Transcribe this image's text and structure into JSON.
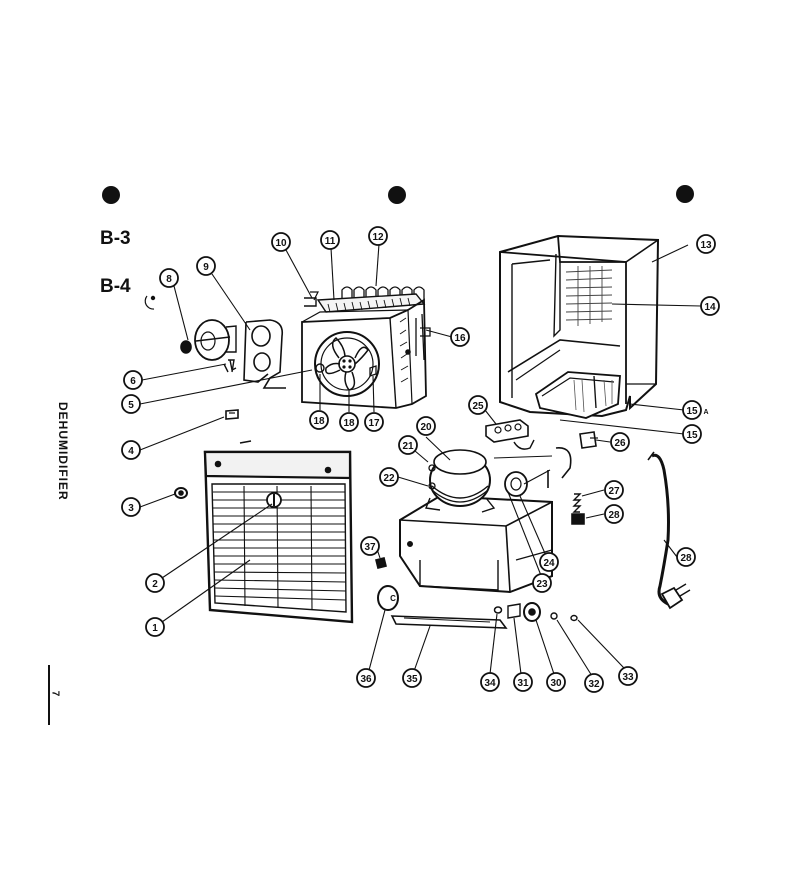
{
  "diagram": {
    "model_labels": [
      "B-3",
      "B-4"
    ],
    "side_title": "DEHUMIDIFIER",
    "page_number": "7",
    "parts": [
      {
        "id": "p1",
        "label": "1"
      },
      {
        "id": "p2",
        "label": "2"
      },
      {
        "id": "p3",
        "label": "3"
      },
      {
        "id": "p4",
        "label": "4"
      },
      {
        "id": "p5",
        "label": "5"
      },
      {
        "id": "p6",
        "label": "6"
      },
      {
        "id": "p8",
        "label": "8"
      },
      {
        "id": "p9",
        "label": "9"
      },
      {
        "id": "p10",
        "label": "10"
      },
      {
        "id": "p11",
        "label": "11"
      },
      {
        "id": "p12",
        "label": "12"
      },
      {
        "id": "p13",
        "label": "13"
      },
      {
        "id": "p14",
        "label": "14"
      },
      {
        "id": "p15",
        "label": "15"
      },
      {
        "id": "p15a",
        "label": "15"
      },
      {
        "id": "p16",
        "label": "16"
      },
      {
        "id": "p17",
        "label": "17"
      },
      {
        "id": "p18a",
        "label": "18"
      },
      {
        "id": "p18b",
        "label": "18"
      },
      {
        "id": "p20",
        "label": "20"
      },
      {
        "id": "p21",
        "label": "21"
      },
      {
        "id": "p22",
        "label": "22"
      },
      {
        "id": "p23",
        "label": "23"
      },
      {
        "id": "p24",
        "label": "24"
      },
      {
        "id": "p25",
        "label": "25"
      },
      {
        "id": "p26",
        "label": "26"
      },
      {
        "id": "p27",
        "label": "27"
      },
      {
        "id": "p28a",
        "label": "28"
      },
      {
        "id": "p28b",
        "label": "28"
      },
      {
        "id": "p30",
        "label": "30"
      },
      {
        "id": "p31",
        "label": "31"
      },
      {
        "id": "p32",
        "label": "32"
      },
      {
        "id": "p33",
        "label": "33"
      },
      {
        "id": "p34",
        "label": "34"
      },
      {
        "id": "p35",
        "label": "35"
      },
      {
        "id": "p36",
        "label": "36"
      },
      {
        "id": "p37",
        "label": "37"
      }
    ],
    "suffix_a": "A",
    "marker_c": "C"
  }
}
